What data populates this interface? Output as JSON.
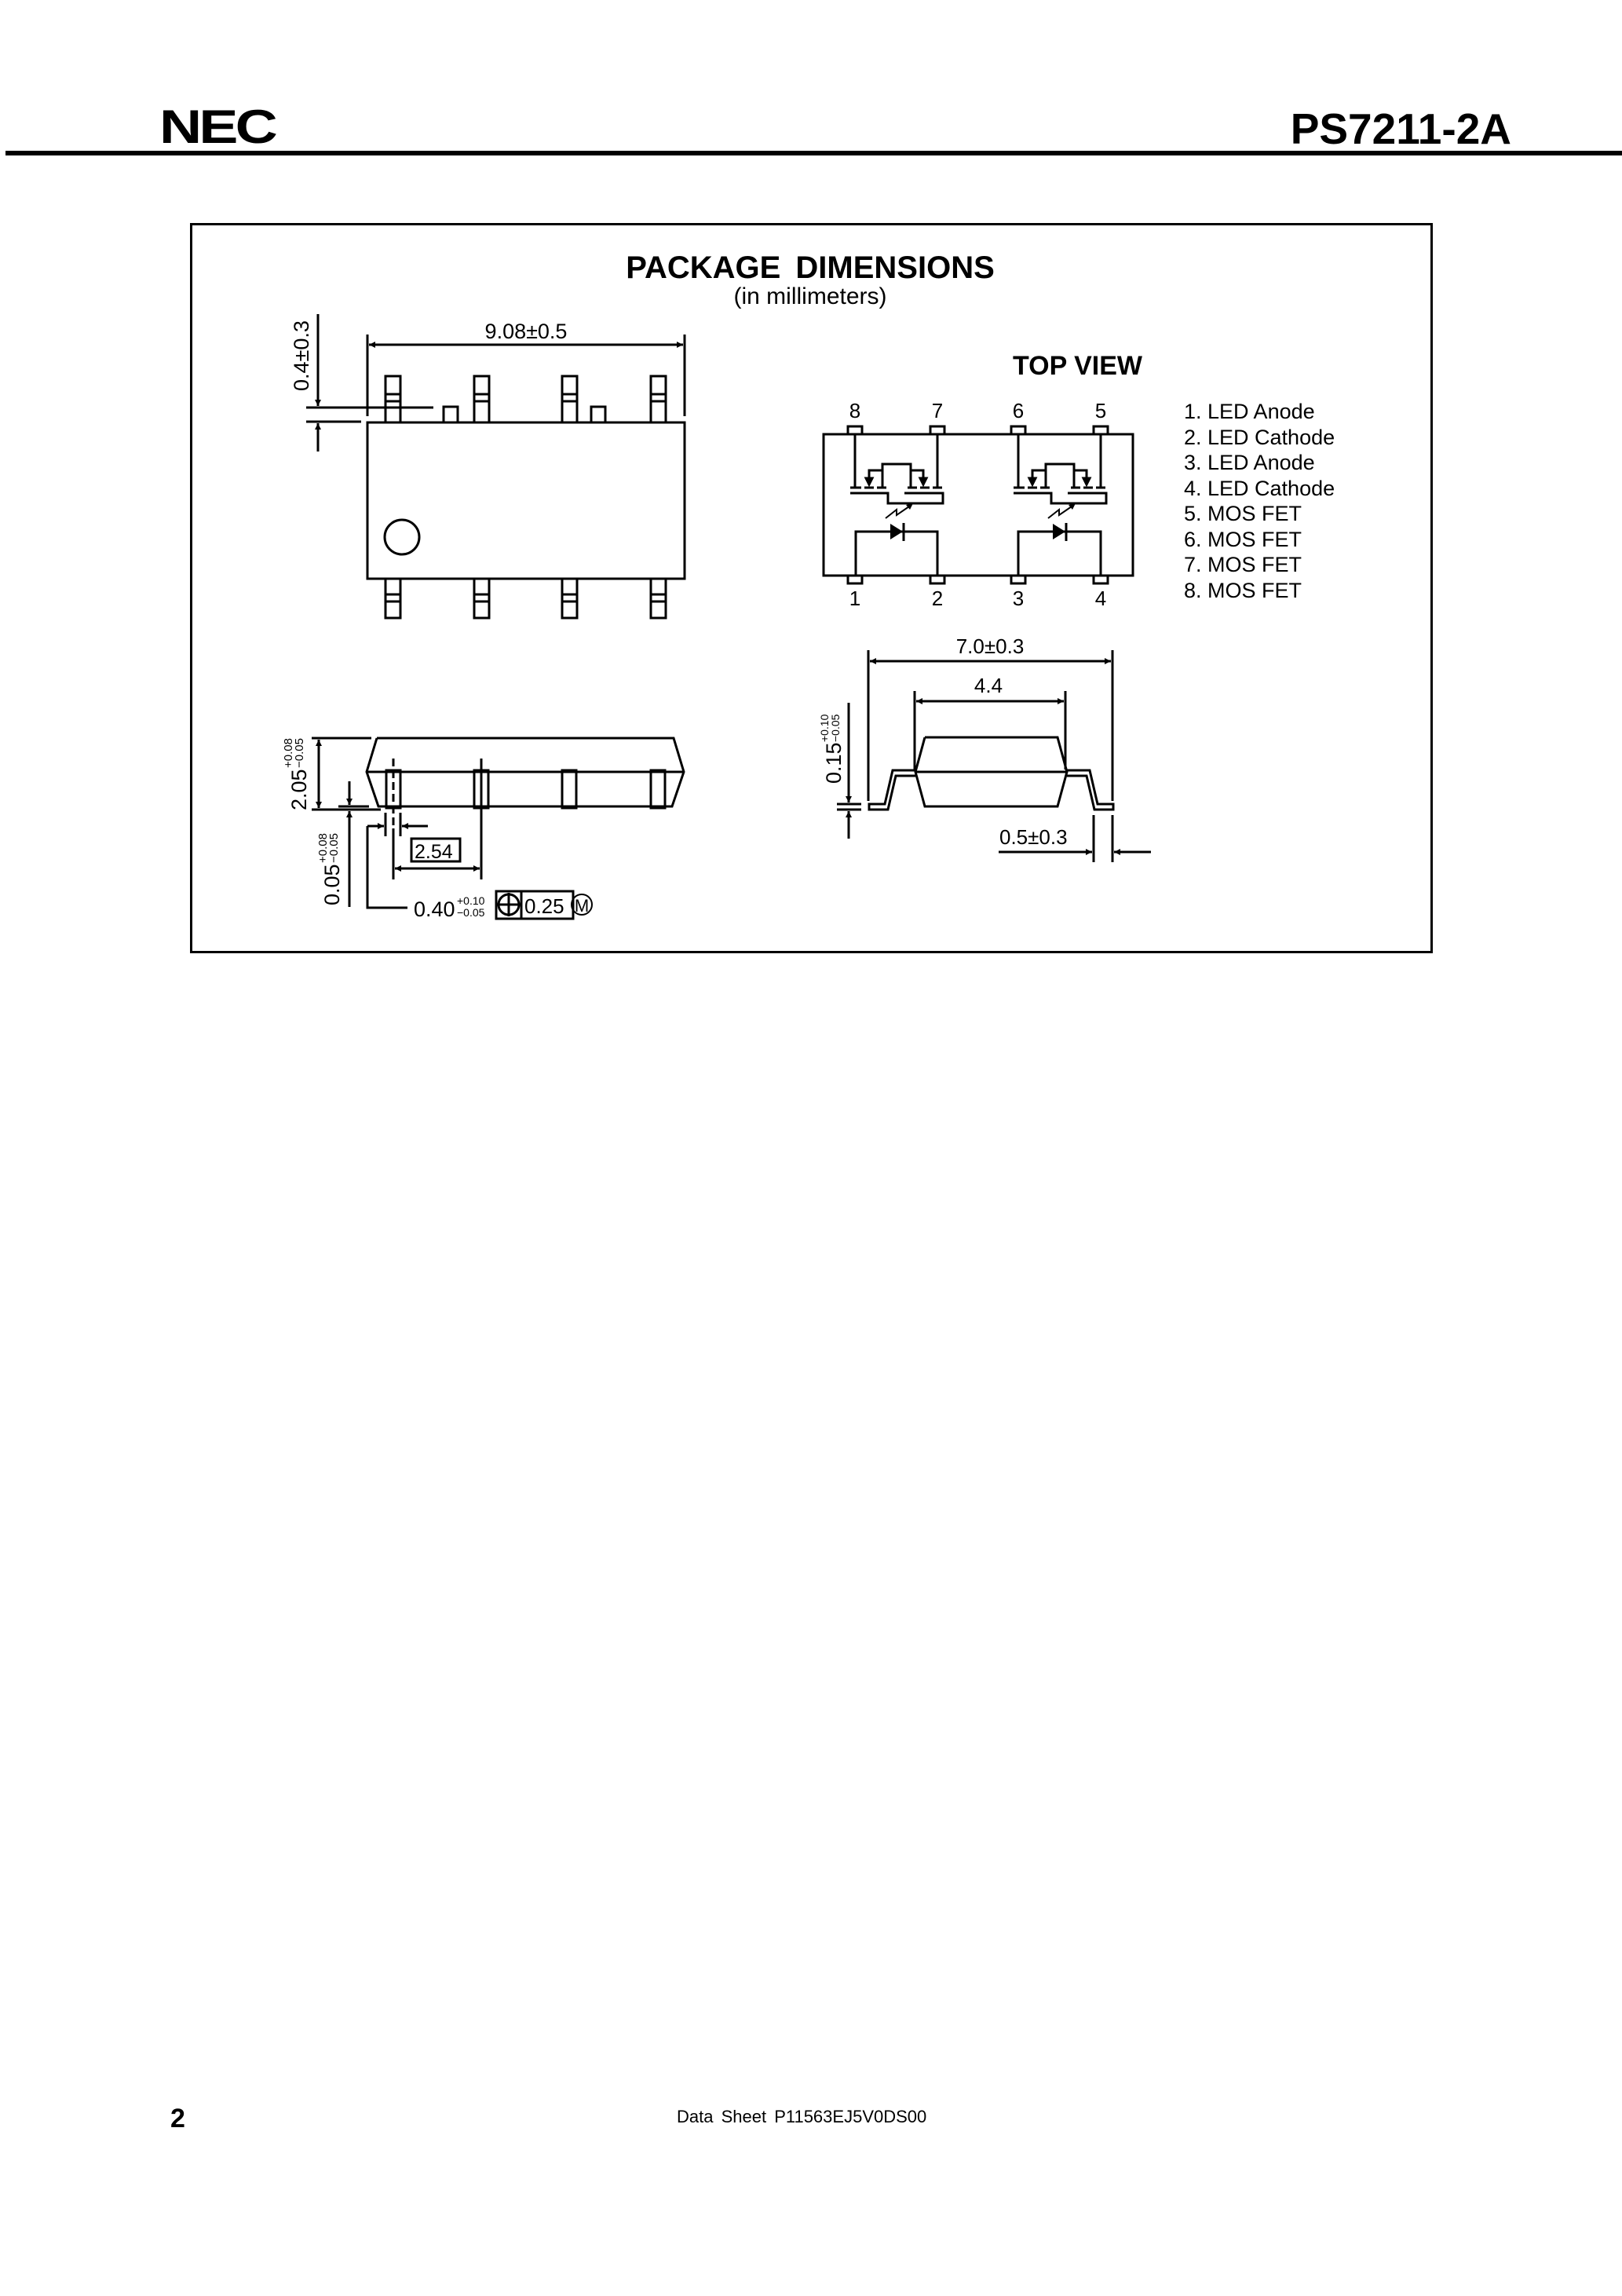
{
  "header": {
    "logo": "NEC",
    "part_number": "PS7211-2A"
  },
  "package": {
    "title": "PACKAGE  DIMENSIONS",
    "subtitle": "(in millimeters)",
    "top_view_title": "TOP VIEW",
    "dimensions": {
      "length": "9.08±0.5",
      "lead_protrusion": "0.4±0.3",
      "height_main": "2.05",
      "height_tol_plus": "+0.08",
      "height_tol_minus": "−0.05",
      "standoff_main": "0.05",
      "standoff_tol_plus": "+0.08",
      "standoff_tol_minus": "−0.05",
      "pitch": "2.54",
      "lead_width_main": "0.40",
      "lead_width_tol_plus": "+0.10",
      "lead_width_tol_minus": "−0.05",
      "position_tolerance": "0.25",
      "position_modifier": "M",
      "overall_width": "7.0±0.3",
      "body_width": "4.4",
      "lead_thickness_main": "0.15",
      "lead_thickness_tol_plus": "+0.10",
      "lead_thickness_tol_minus": "−0.05",
      "foot_length": "0.5±0.3"
    },
    "top_pin_numbers": [
      "8",
      "7",
      "6",
      "5"
    ],
    "bottom_pin_numbers": [
      "1",
      "2",
      "3",
      "4"
    ],
    "pin_functions": [
      "1. LED Anode",
      "2. LED Cathode",
      "3. LED Anode",
      "4. LED Cathode",
      "5. MOS FET",
      "6. MOS FET",
      "7. MOS FET",
      "8. MOS FET"
    ]
  },
  "footer": {
    "page_number": "2",
    "document_id": "Data Sheet  P11563EJ5V0DS00"
  }
}
